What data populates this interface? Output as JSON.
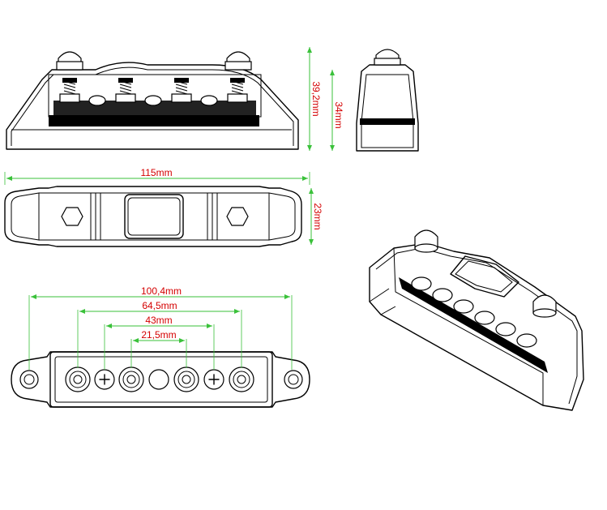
{
  "labels": {
    "height_total": "39,2mm",
    "height_side": "34mm",
    "length": "115mm",
    "width": "23mm",
    "span_mount": "100,4mm",
    "span_outer": "64,5mm",
    "span_mid": "43mm",
    "span_inner": "21,5mm"
  },
  "colors": {
    "dimension_line": "#3ac13a",
    "dimension_text": "#d40000",
    "outline": "#000000"
  }
}
